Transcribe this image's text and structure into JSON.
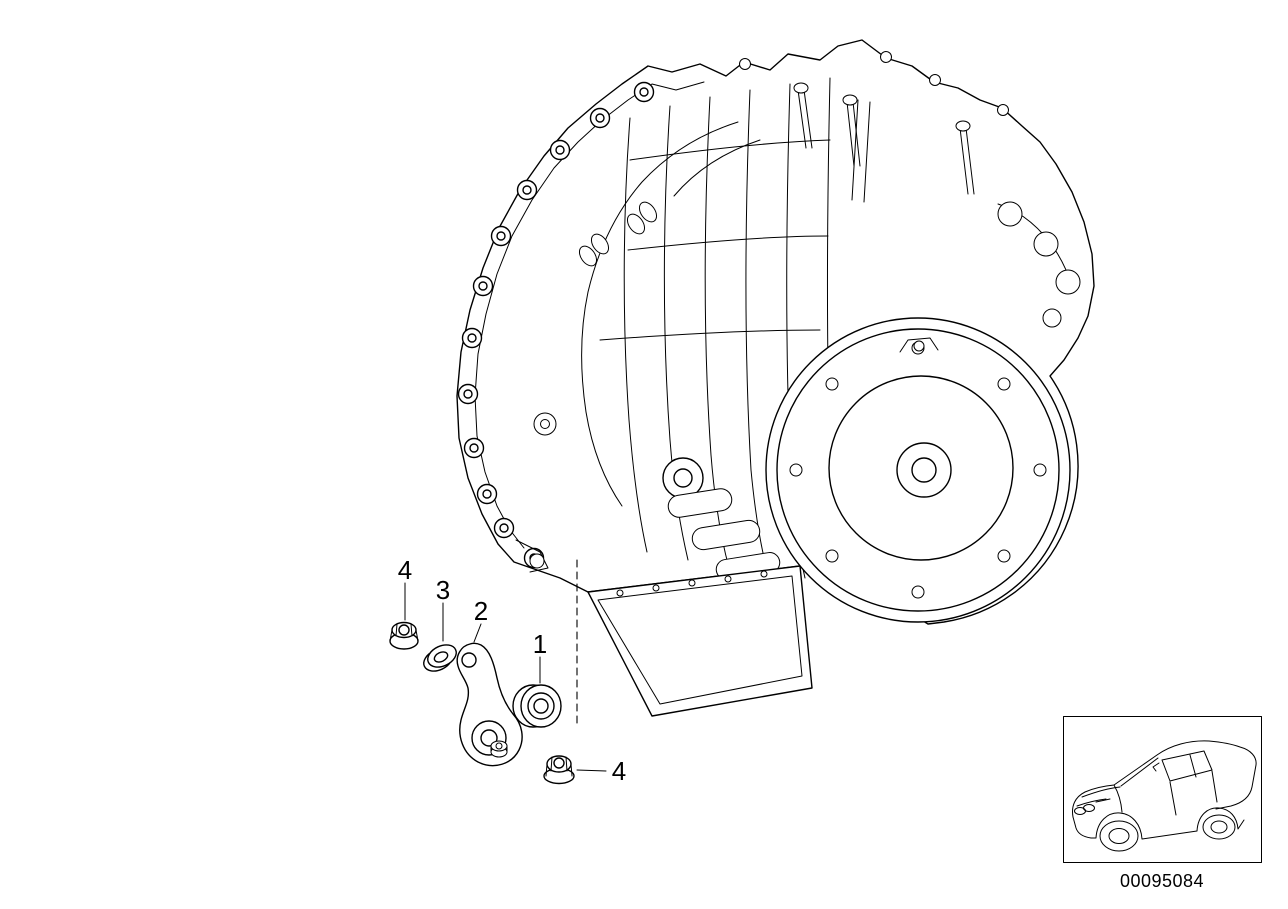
{
  "page": {
    "background_color": "#ffffff",
    "line_color": "#000000"
  },
  "diagram": {
    "callouts": [
      {
        "label": "4"
      },
      {
        "label": "3"
      },
      {
        "label": "2"
      },
      {
        "label": "1"
      },
      {
        "label": "4"
      }
    ]
  },
  "footer": {
    "part_number": "00095084",
    "car_icon": "car-icon"
  }
}
